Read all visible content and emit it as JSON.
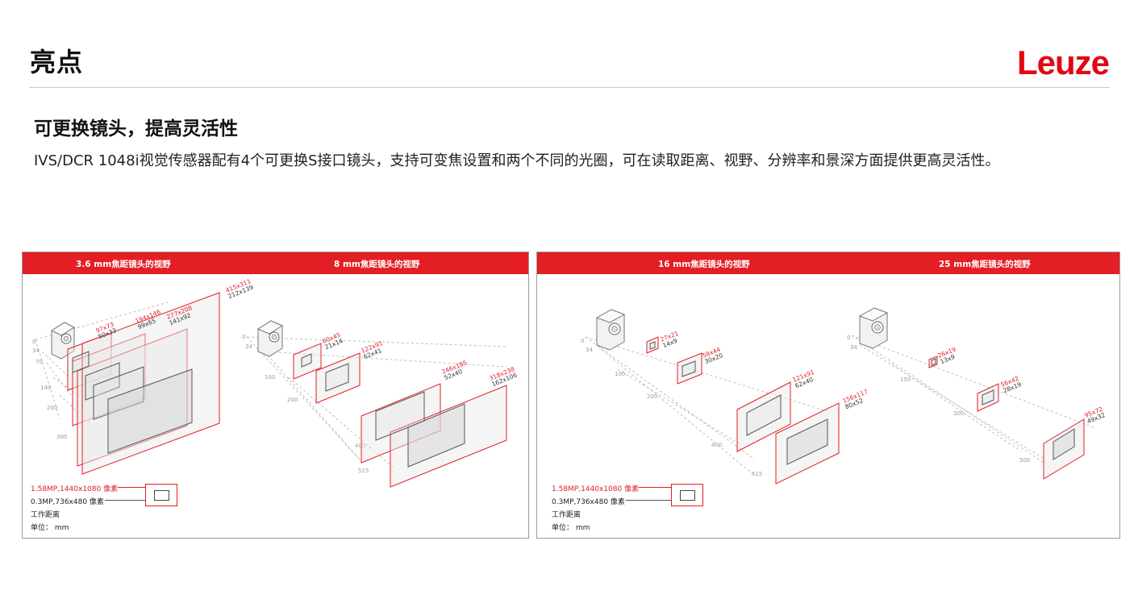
{
  "header": {
    "title": "亮点",
    "brand": "Leuze"
  },
  "section": {
    "heading": "可更换镜头，提高灵活性",
    "body": "IVS/DCR 1048i视觉传感器配有4个可更换S接口镜头，支持可变焦设置和两个不同的光圈，可在读取距离、视野、分辨率和景深方面提供更高灵活性。"
  },
  "figures": {
    "left": {
      "header_a": "3.6 mm焦距镜头的视野",
      "header_b": "8 mm焦距镜头的视野",
      "distances_a": [
        "0",
        "34",
        "70",
        "140",
        "200",
        "300"
      ],
      "distances_b": [
        "0",
        "34",
        "100",
        "200",
        "400",
        "515"
      ],
      "fov_a": [
        {
          "red": "97x73",
          "dark": "50x33"
        },
        {
          "red": "194x146",
          "dark": "99x65"
        },
        {
          "red": "277x208",
          "dark": "141x92"
        },
        {
          "red": "415x311",
          "dark": "212x139"
        }
      ],
      "fov_b": [
        {
          "red": "60x45",
          "dark": "21x14"
        },
        {
          "red": "122x91",
          "dark": "62x41"
        },
        {
          "red": "246x185",
          "dark": "52x40"
        },
        {
          "red": "318x238",
          "dark": "162x106"
        }
      ]
    },
    "right": {
      "header_a": "16 mm焦距镜头的视野",
      "header_b": "25 mm焦距镜头的视野",
      "distances_a": [
        "0",
        "34",
        "100",
        "200",
        "400",
        "515"
      ],
      "distances_b": [
        "0",
        "34",
        "150",
        "300",
        "500"
      ],
      "fov_a": [
        {
          "red": "27x21",
          "dark": "14x9"
        },
        {
          "red": "58x44",
          "dark": "30x20"
        },
        {
          "red": "121x91",
          "dark": "62x40"
        },
        {
          "red": "156x117",
          "dark": "80x52"
        }
      ],
      "fov_b": [
        {
          "red": "26x19",
          "dark": "13x9"
        },
        {
          "red": "56x42",
          "dark": "28x19"
        },
        {
          "red": "95x72",
          "dark": "49x32"
        }
      ]
    },
    "legend": {
      "hi_res": "1.58MP,1440x1080 像素",
      "lo_res": "0.3MP,736x480 像素",
      "distance": "工作距离",
      "unit": "单位：  mm"
    }
  },
  "colors": {
    "accent": "#e31e24",
    "brand": "#e30613"
  }
}
